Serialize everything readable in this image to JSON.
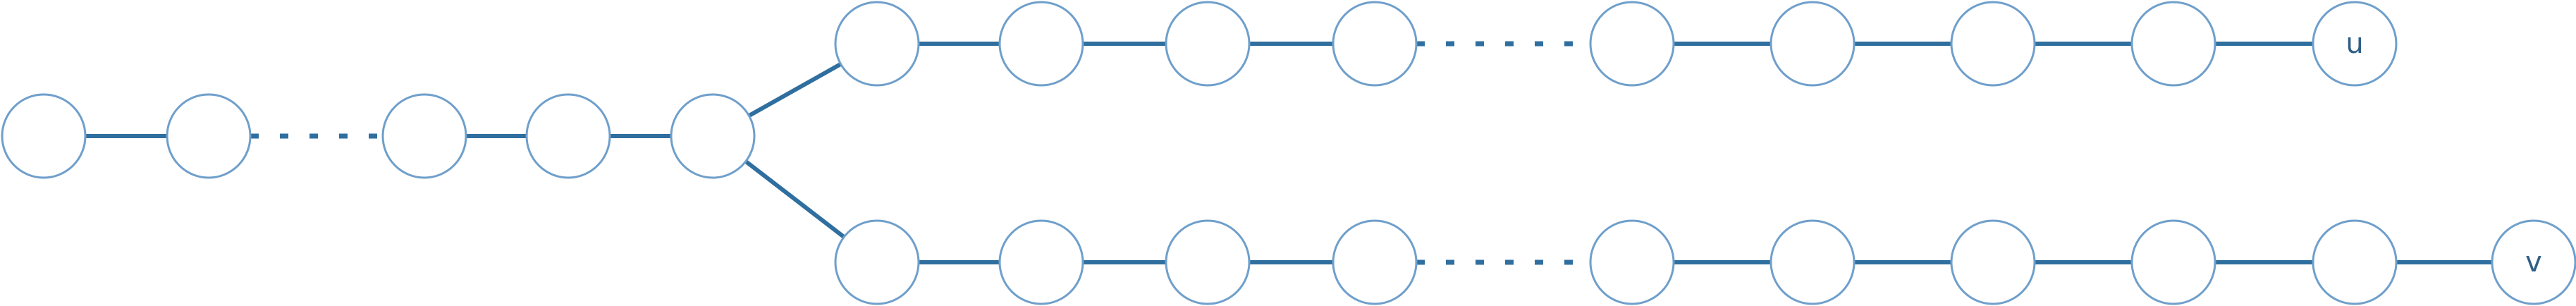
{
  "diagram": {
    "colors": {
      "edge": "#2f6f9f",
      "node_stroke": "#6f9fcb",
      "node_fill": "#ffffff",
      "label": "#2f5f86"
    },
    "nodes": [
      {
        "id": "a1",
        "label": ""
      },
      {
        "id": "a2",
        "label": ""
      },
      {
        "id": "a3",
        "label": ""
      },
      {
        "id": "a4",
        "label": ""
      },
      {
        "id": "a5",
        "label": ""
      },
      {
        "id": "t1",
        "label": ""
      },
      {
        "id": "t2",
        "label": ""
      },
      {
        "id": "t3",
        "label": ""
      },
      {
        "id": "t4",
        "label": ""
      },
      {
        "id": "t5",
        "label": ""
      },
      {
        "id": "t6",
        "label": ""
      },
      {
        "id": "t7",
        "label": ""
      },
      {
        "id": "t8",
        "label": ""
      },
      {
        "id": "u",
        "label": "u"
      },
      {
        "id": "b1",
        "label": ""
      },
      {
        "id": "b2",
        "label": ""
      },
      {
        "id": "b3",
        "label": ""
      },
      {
        "id": "b4",
        "label": ""
      },
      {
        "id": "b5",
        "label": ""
      },
      {
        "id": "b6",
        "label": ""
      },
      {
        "id": "b7",
        "label": ""
      },
      {
        "id": "b8",
        "label": ""
      },
      {
        "id": "b9",
        "label": ""
      },
      {
        "id": "v",
        "label": "v"
      }
    ],
    "edges": [
      {
        "from": "a1",
        "to": "a2",
        "style": "solid"
      },
      {
        "from": "a2",
        "to": "a3",
        "style": "dashed"
      },
      {
        "from": "a3",
        "to": "a4",
        "style": "solid"
      },
      {
        "from": "a4",
        "to": "a5",
        "style": "solid"
      },
      {
        "from": "a5",
        "to": "t1",
        "style": "solid"
      },
      {
        "from": "a5",
        "to": "b1",
        "style": "solid"
      },
      {
        "from": "t1",
        "to": "t2",
        "style": "solid"
      },
      {
        "from": "t2",
        "to": "t3",
        "style": "solid"
      },
      {
        "from": "t3",
        "to": "t4",
        "style": "solid"
      },
      {
        "from": "t4",
        "to": "t5",
        "style": "dashed"
      },
      {
        "from": "t5",
        "to": "t6",
        "style": "solid"
      },
      {
        "from": "t6",
        "to": "t7",
        "style": "solid"
      },
      {
        "from": "t7",
        "to": "t8",
        "style": "solid"
      },
      {
        "from": "t8",
        "to": "u",
        "style": "solid"
      },
      {
        "from": "b1",
        "to": "b2",
        "style": "solid"
      },
      {
        "from": "b2",
        "to": "b3",
        "style": "solid"
      },
      {
        "from": "b3",
        "to": "b4",
        "style": "solid"
      },
      {
        "from": "b4",
        "to": "b5",
        "style": "dashed"
      },
      {
        "from": "b5",
        "to": "b6",
        "style": "solid"
      },
      {
        "from": "b6",
        "to": "b7",
        "style": "solid"
      },
      {
        "from": "b7",
        "to": "b8",
        "style": "solid"
      },
      {
        "from": "b8",
        "to": "b9",
        "style": "solid"
      },
      {
        "from": "b9",
        "to": "v",
        "style": "solid"
      }
    ]
  }
}
